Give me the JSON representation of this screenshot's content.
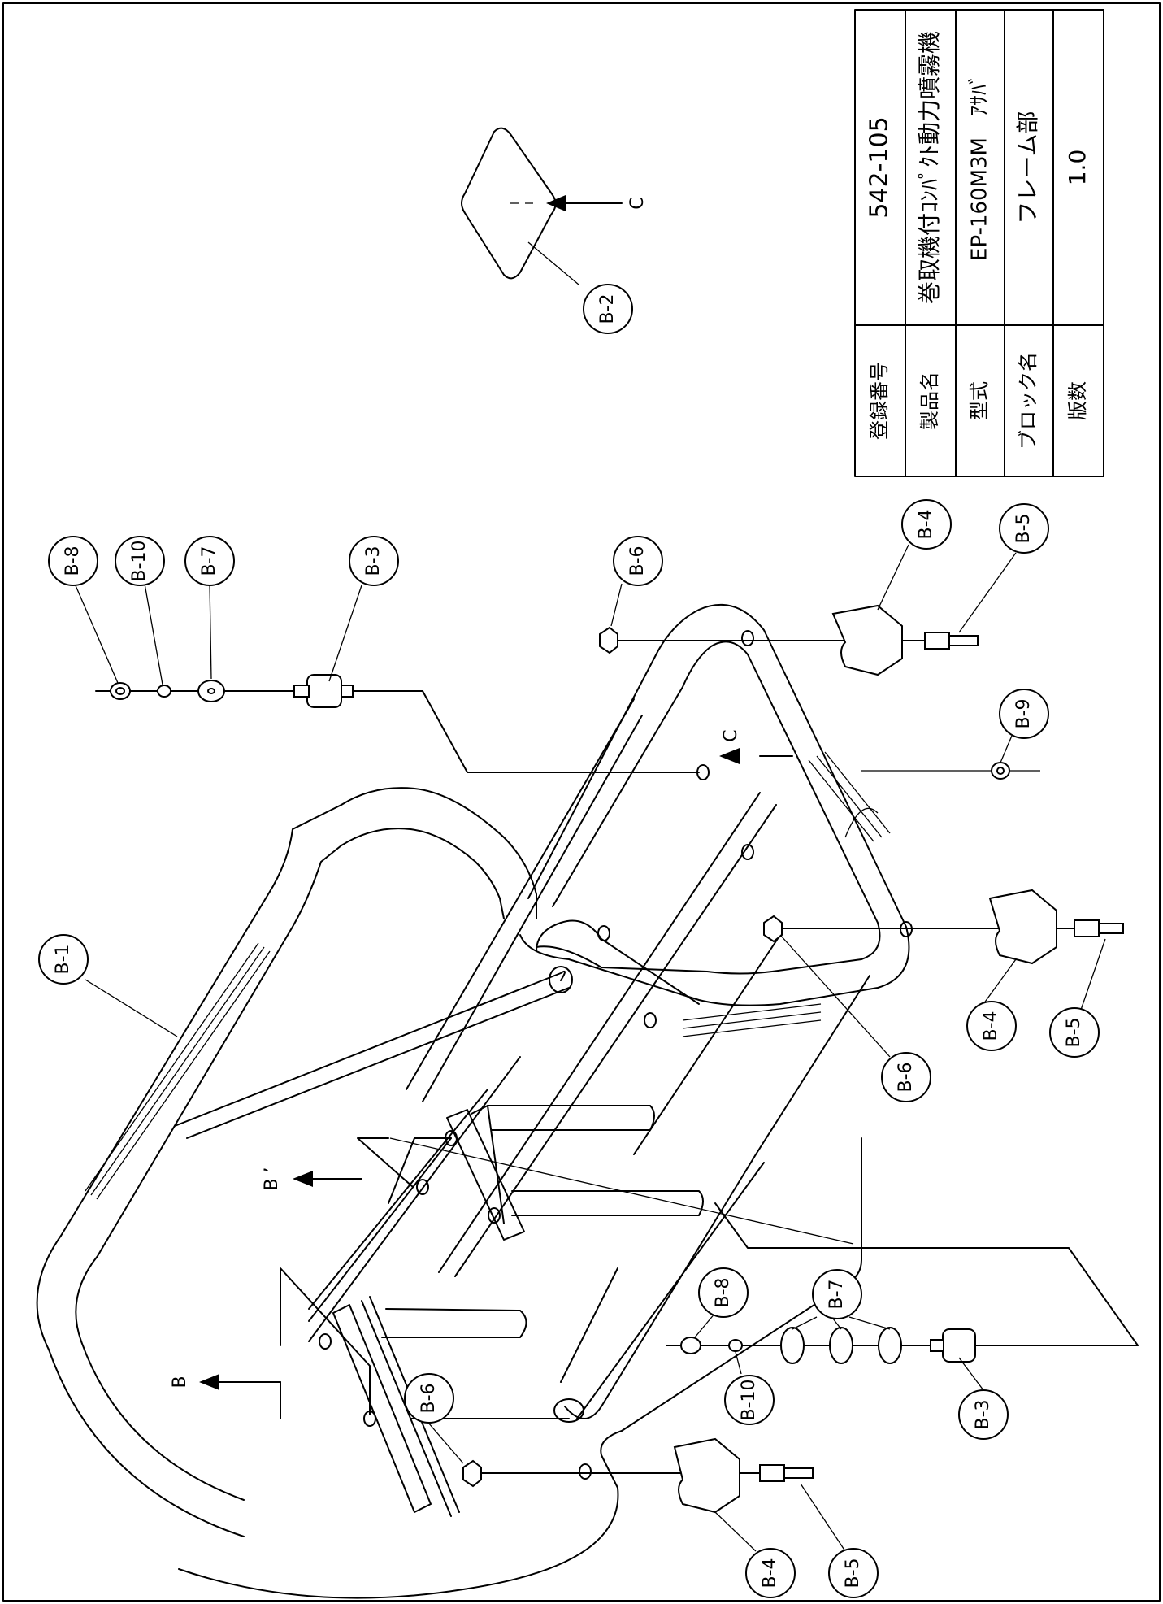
{
  "title_block": {
    "rows": [
      {
        "label": "登録番号",
        "value": "542-105"
      },
      {
        "label": "製品名",
        "value": "巻取機付ｺﾝﾊﾟｸﾄ動力噴霧機"
      },
      {
        "label": "型式",
        "value": "EP-160M3M　ｱｻﾊﾞ"
      },
      {
        "label": "ブロック名",
        "value": "フレーム部"
      },
      {
        "label": "版数",
        "value": "1.0"
      }
    ]
  },
  "callouts": [
    "B-1",
    "B-2",
    "B-3",
    "B-4",
    "B-5",
    "B-6",
    "B-7",
    "B-8",
    "B-9",
    "B-10"
  ],
  "view_markers": {
    "b": "B",
    "b_prime": "B ’",
    "c": "C"
  }
}
